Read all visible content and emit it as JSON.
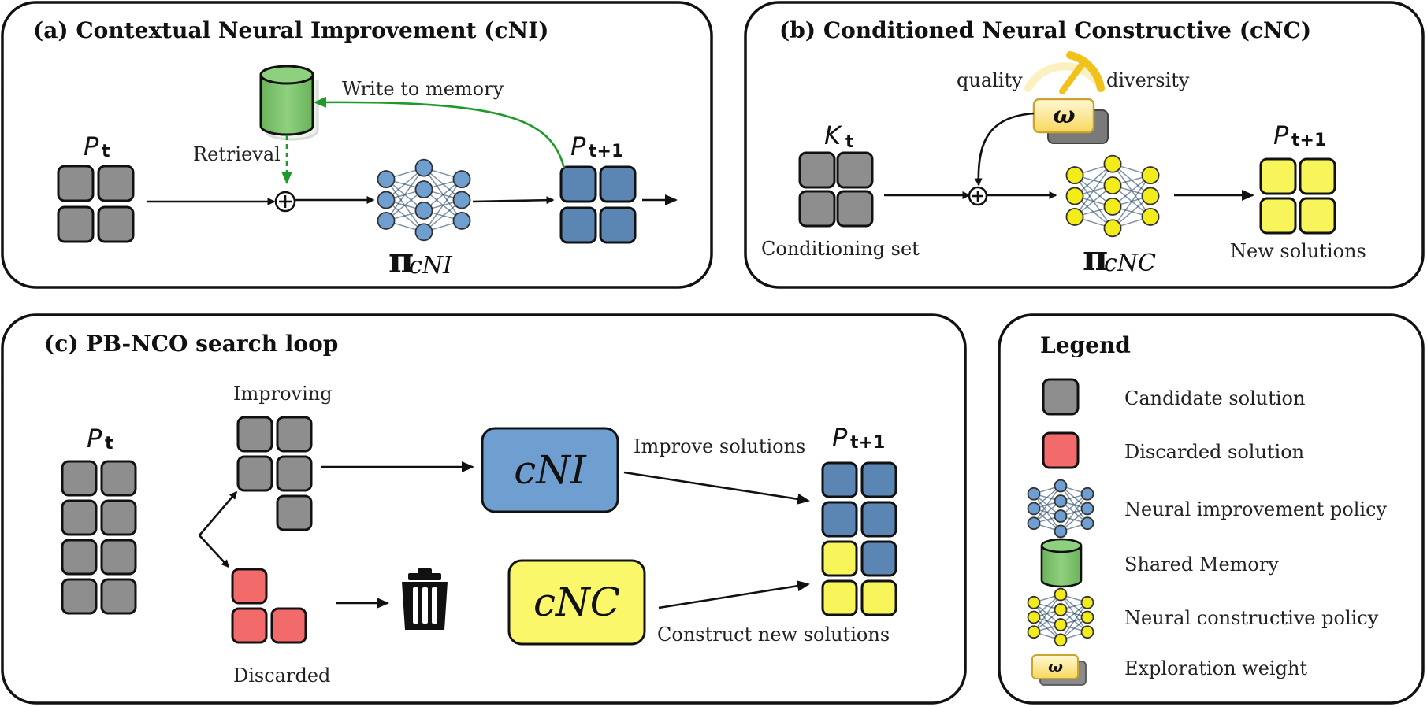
{
  "colors": {
    "gray": "#8e8e8e",
    "blue": "#5b85b3",
    "yellow": "#f7f55a",
    "red": "#f36a6a",
    "green": "#7cc06c",
    "cni_box": "#6f9ed0",
    "cnc_box": "#faf86a",
    "green_arrow": "#1e9a2a",
    "gauge_gold": "#f2c21c"
  },
  "panel_a": {
    "title": "(a) Contextual Neural Improvement (cNI)",
    "retrieval_label": "Retrieval",
    "write_label": "Write to memory",
    "pt_symbol": "P",
    "pt_sub": "t",
    "pt1_sub": "t+1",
    "policy_symbol": "π",
    "policy_sub": "cNI"
  },
  "panel_b": {
    "title": "(b) Conditioned Neural Constructive (cNC)",
    "quality_label": "quality",
    "diversity_label": "diversity",
    "omega": "ω",
    "kt_symbol": "K",
    "kt_sub": "t",
    "conditioning_label": "Conditioning set",
    "pt1_symbol": "P",
    "pt1_sub": "t+1",
    "new_solutions_label": "New solutions",
    "policy_symbol": "π",
    "policy_sub": "cNC"
  },
  "panel_c": {
    "title": "(c) PB-NCO search loop",
    "pt_symbol": "P",
    "pt_sub": "t",
    "improving_label": "Improving",
    "discarded_label": "Discarded",
    "cni_box_label": "cNI",
    "cnc_box_label": "cNC",
    "improve_label": "Improve solutions",
    "construct_label": "Construct new solutions",
    "pt1_symbol": "P",
    "pt1_sub": "t+1"
  },
  "legend": {
    "title": "Legend",
    "items": [
      {
        "label": "Candidate solution",
        "icon": "gray-square-icon"
      },
      {
        "label": "Discarded solution",
        "icon": "red-square-icon"
      },
      {
        "label": "Neural improvement policy",
        "icon": "blue-network-icon"
      },
      {
        "label": "Shared Memory",
        "icon": "green-cylinder-icon"
      },
      {
        "label": "Neural constructive policy",
        "icon": "yellow-network-icon"
      },
      {
        "label": "Exploration weight",
        "icon": "omega-card-icon"
      }
    ],
    "omega_small": "ω"
  },
  "icons": {
    "trash": "trash-icon",
    "gauge": "gauge-icon",
    "plus": "plus-circle-icon"
  }
}
